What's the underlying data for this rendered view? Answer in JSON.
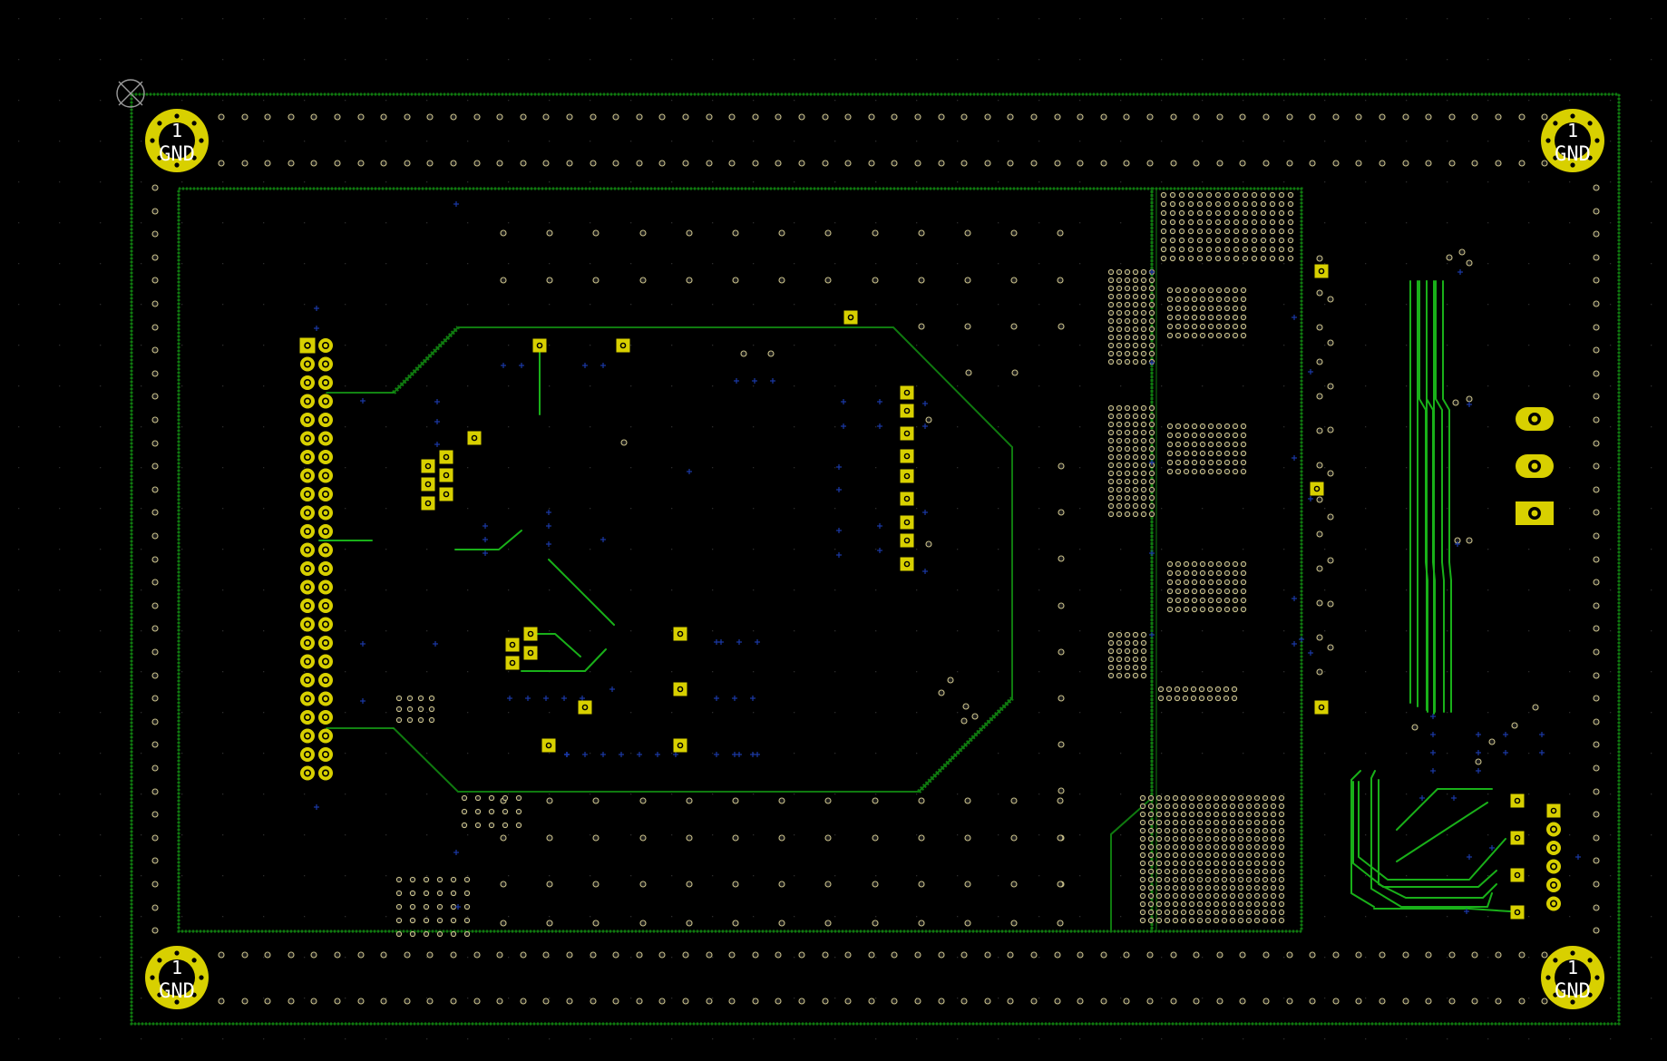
{
  "app": {
    "view": "pcb-layout"
  },
  "colors": {
    "background": "#000000",
    "grid": "#2c2c2c",
    "board_outline": "#0f7a0f",
    "trace": "#19b019",
    "pad": "#d8d000",
    "pad_hole": "#000000",
    "via_ring": "#c9c08a",
    "via_hole": "#1c1c1c",
    "cross": "#1a3aa8",
    "mount_label": "#ffffff"
  },
  "mounting_holes": [
    {
      "id": "mh-top-left",
      "pad_number": "1",
      "net": "GND"
    },
    {
      "id": "mh-top-right",
      "pad_number": "1",
      "net": "GND"
    },
    {
      "id": "mh-bottom-left",
      "pad_number": "1",
      "net": "GND"
    },
    {
      "id": "mh-bottom-right",
      "pad_number": "1",
      "net": "GND"
    }
  ],
  "icons": {
    "origin_marker": "origin-crosshair-icon",
    "via": "via-icon",
    "square_pad": "square-pad-icon",
    "round_pad": "round-pad-icon"
  }
}
